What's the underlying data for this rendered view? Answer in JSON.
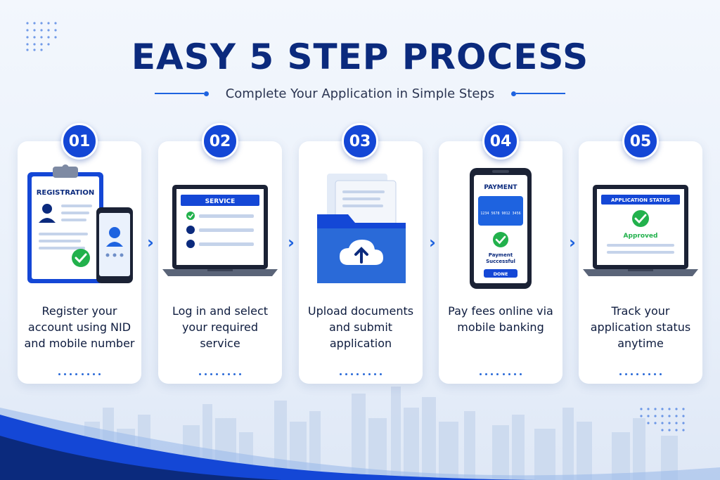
{
  "header": {
    "title": "EASY 5 STEP PROCESS",
    "subtitle": "Complete Your Application in Simple Steps"
  },
  "steps": [
    {
      "number": "01",
      "icon": "registration-clipboard-phone-icon",
      "screen_label": "REGISTRATION",
      "description": "Register your account using NID and mobile number"
    },
    {
      "number": "02",
      "icon": "laptop-service-icon",
      "screen_label": "SERVICE",
      "description": "Log in and select your required service"
    },
    {
      "number": "03",
      "icon": "folder-upload-icon",
      "screen_label": "",
      "description": "Upload documents and submit application"
    },
    {
      "number": "04",
      "icon": "phone-payment-icon",
      "screen_label": "PAYMENT",
      "card_number": "1234 5678 9012 3456",
      "status_line1": "Payment",
      "status_line2": "Successful",
      "button_label": "DONE",
      "description": "Pay fees online via mobile banking"
    },
    {
      "number": "05",
      "icon": "laptop-status-icon",
      "screen_label": "APPLICATION STATUS",
      "status_text": "Approved",
      "description": "Track your application status anytime"
    }
  ],
  "colors": {
    "primary": "#1447d6",
    "title": "#0b2a7d",
    "accent": "#1e63e0",
    "success": "#22b14c",
    "card_bg": "#ffffff"
  }
}
